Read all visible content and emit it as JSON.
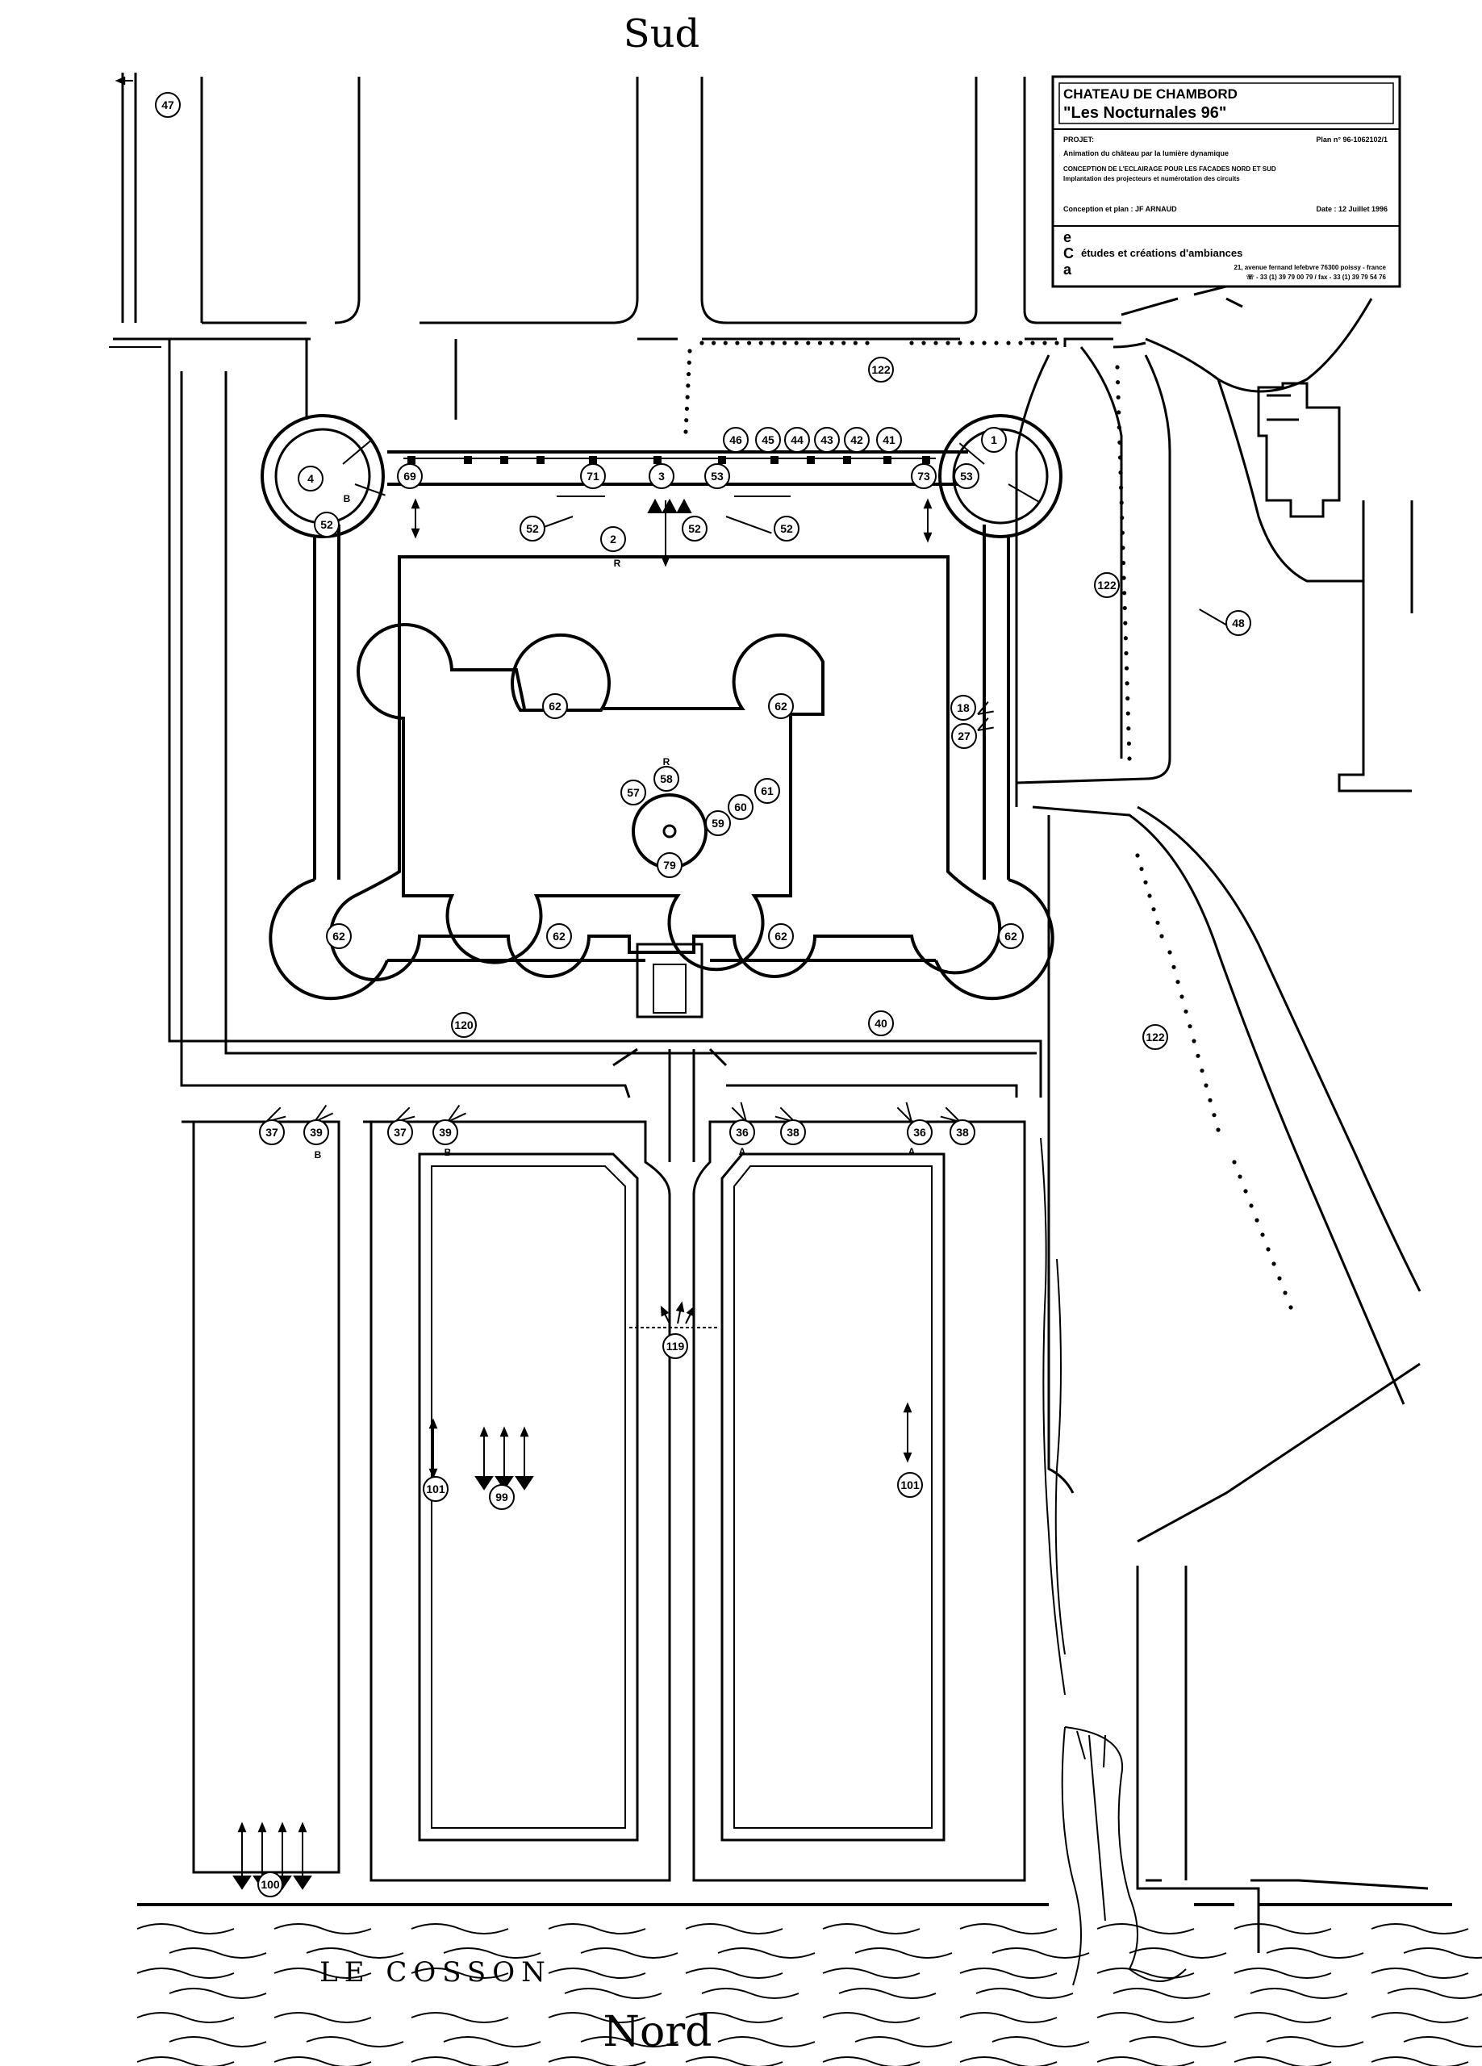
{
  "orientation": {
    "top": "Sud",
    "bottom": "Nord"
  },
  "river_label": "LE COSSON",
  "title_block": {
    "title_line1": "CHATEAU DE CHAMBORD",
    "title_line2": "\"Les Nocturnales 96\"",
    "projet_label": "PROJET:",
    "plan_number": "Plan n° 96-1062102/1",
    "projet_desc": "Animation du château par la lumière dynamique",
    "conception_line1": "CONCEPTION DE L'ECLAIRAGE POUR LES FACADES NORD ET SUD",
    "conception_line2": "Implantation des projecteurs et numérotation des circuits",
    "author": "Conception et plan : JF ARNAUD",
    "date": "Date : 12 Juillet 1996",
    "logo_letters": [
      "e",
      "C",
      "a"
    ],
    "company": "études et créations d'ambiances",
    "address": "21, avenue fernand lefebvre 76300 poissy - france",
    "phone": "☏ - 33 (1) 39 79 00 79 / fax - 33 (1) 39 79 54 76"
  },
  "circuit_labels": [
    "47",
    "122",
    "46",
    "45",
    "44",
    "43",
    "42",
    "41",
    "4",
    "69",
    "71",
    "B",
    "3",
    "53",
    "73",
    "1",
    "53",
    "52",
    "52",
    "2",
    "52",
    "52",
    "R",
    "122",
    "48",
    "18",
    "27",
    "62",
    "62",
    "R",
    "58",
    "57",
    "61",
    "60",
    "59",
    "79",
    "62",
    "62",
    "62",
    "62",
    "120",
    "40",
    "122",
    "37",
    "39",
    "B",
    "37",
    "39",
    "B",
    "36",
    "A",
    "38",
    "36",
    "A",
    "38",
    "119",
    "101",
    "99",
    "101",
    "100"
  ]
}
